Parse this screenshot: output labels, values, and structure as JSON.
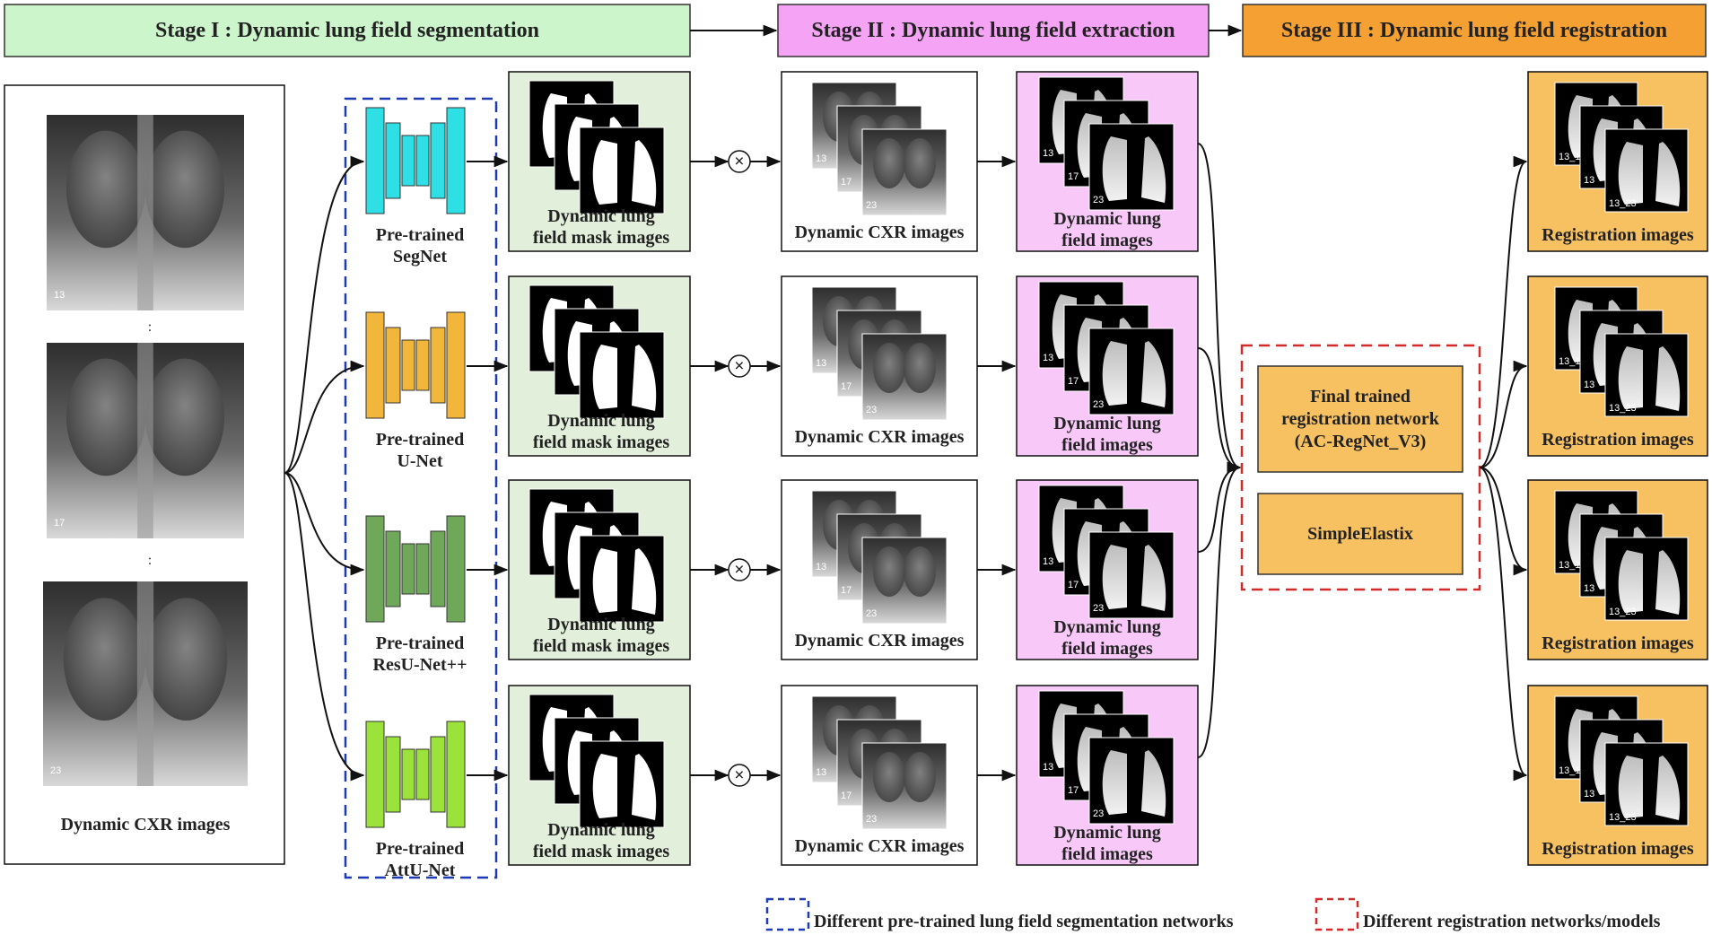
{
  "stages": [
    {
      "label": "Stage I : Dynamic lung field segmentation",
      "color": "#ccf5cc"
    },
    {
      "label": "Stage II : Dynamic lung field extraction",
      "color": "#f5a3f5"
    },
    {
      "label": "Stage III : Dynamic lung field registration",
      "color": "#f5a033"
    }
  ],
  "input": {
    "label": "Dynamic CXR images",
    "frame_numbers": [
      "13",
      "17",
      "23"
    ],
    "ellipsis": ":"
  },
  "networks": [
    {
      "line1": "Pre-trained",
      "line2": "SegNet",
      "color": "#2ee0e6"
    },
    {
      "line1": "Pre-trained",
      "line2": "U-Net",
      "color": "#f2b63a"
    },
    {
      "line1": "Pre-trained",
      "line2": "ResU-Net++",
      "color": "#6fa859"
    },
    {
      "line1": "Pre-trained",
      "line2": "AttU-Net",
      "color": "#9be23a"
    }
  ],
  "mask_label": {
    "line1": "Dynamic lung",
    "line2": "field mask images"
  },
  "cxr_labels": [
    "Dynamic CXR images",
    "Dynamic CXR images",
    "Dynamic CXR images",
    "Dynamic CXR  images"
  ],
  "extracted_label": {
    "line1": "Dynamic lung",
    "line2": "field images"
  },
  "stack_numbers": [
    "13",
    "17",
    "23"
  ],
  "multiply_symbol": "×",
  "registration_models": [
    {
      "line1": "Final trained",
      "line2": "registration network",
      "line3": "(AC-RegNet_V3)"
    },
    {
      "line1": "SimpleElastix"
    }
  ],
  "output": {
    "label": "Registration images",
    "numbers": [
      "13_1",
      "13",
      "13_23"
    ]
  },
  "legend": [
    {
      "label": "Different pre-trained lung field segmentation networks",
      "color": "#1f3bb3"
    },
    {
      "label": "Different registration networks/models",
      "color": "#d42a2a"
    }
  ],
  "colors": {
    "mask_bg": "#e2efda",
    "extracted_bg": "#f8c8f8",
    "model_bg": "#f7c060",
    "output_bg": "#f7c060",
    "seg_dash": "#1f3bb3",
    "reg_dash": "#d42a2a"
  }
}
